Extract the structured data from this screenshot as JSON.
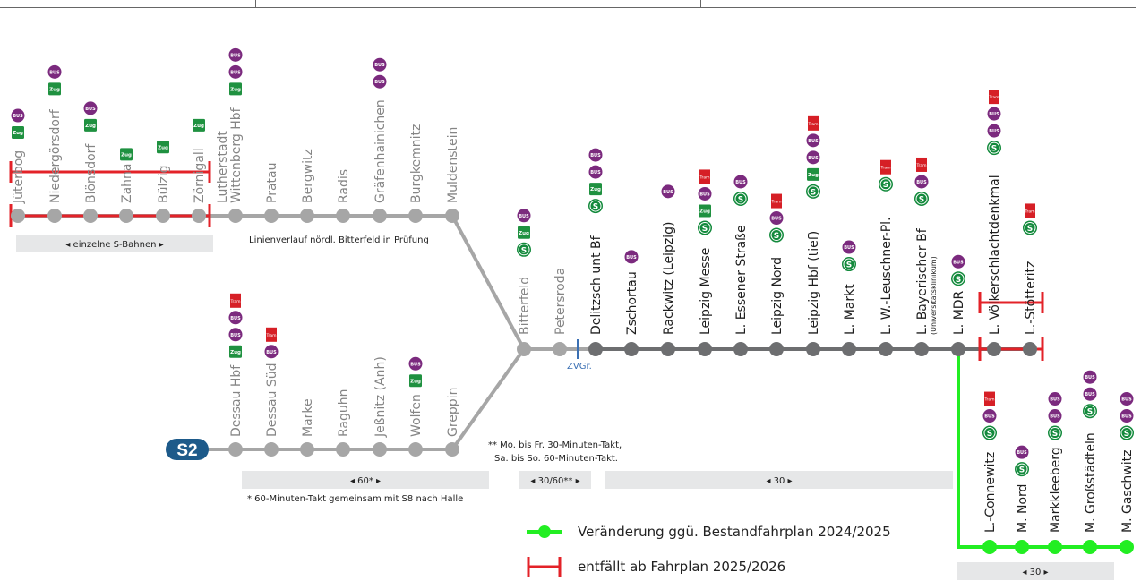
{
  "colors": {
    "line_grey": "#a6a6a6",
    "station_grey": "#a6a6a6",
    "station_dark": "#6d6e70",
    "change_green": "#22ee22",
    "cancel_red": "#e32228",
    "bus_purple": "#7b2a7e",
    "zug_green": "#1f9140",
    "sbahn_green": "#138a3c",
    "tram_red": "#d61f26",
    "label_grey": "#858585",
    "label_dark": "#1e1e1e",
    "bar_grey": "#e6e7e8",
    "s2_blue": "#1d5a8a",
    "zvgr_blue": "#3a6fb3"
  },
  "line_badge": "S2",
  "branches": {
    "north": [
      {
        "name": "Jüterbog",
        "icons": [
          "zug",
          "bus"
        ],
        "cancelled": true
      },
      {
        "name": "Niedergörsdorf",
        "icons": [
          "zug",
          "bus"
        ],
        "cancelled": true
      },
      {
        "name": "Blönsdorf",
        "icons": [
          "zug",
          "bus"
        ],
        "cancelled": true
      },
      {
        "name": "Zahna",
        "icons": [
          "zug"
        ],
        "cancelled": true
      },
      {
        "name": "Bülzig",
        "icons": [
          "zug"
        ],
        "cancelled": true
      },
      {
        "name": "Zörnigall",
        "icons": [
          "zug"
        ],
        "cancelled": true
      },
      {
        "name": "Lutherstadt\nWittenberg Hbf",
        "icons": [
          "zug",
          "bus",
          "bus"
        ],
        "cancelled": false
      },
      {
        "name": "Pratau",
        "icons": [],
        "cancelled": false
      },
      {
        "name": "Bergwitz",
        "icons": [],
        "cancelled": false
      },
      {
        "name": "Radis",
        "icons": [],
        "cancelled": false
      },
      {
        "name": "Gräfenhainichen",
        "icons": [
          "bus",
          "bus"
        ],
        "cancelled": false
      },
      {
        "name": "Burgkemnitz",
        "icons": [],
        "cancelled": false
      },
      {
        "name": "Muldenstein",
        "icons": [],
        "cancelled": false
      }
    ],
    "south": [
      {
        "name": "Dessau Hbf",
        "icons": [
          "zug",
          "bus",
          "bus",
          "tram"
        ]
      },
      {
        "name": "Dessau Süd",
        "icons": [
          "bus",
          "tram"
        ]
      },
      {
        "name": "Marke",
        "icons": []
      },
      {
        "name": "Raguhn",
        "icons": []
      },
      {
        "name": "Jeßnitz (Anh)",
        "icons": []
      },
      {
        "name": "Wolfen",
        "icons": [
          "zug",
          "bus"
        ]
      },
      {
        "name": "Greppin",
        "icons": []
      }
    ],
    "trunk": [
      {
        "name": "Bitterfeld",
        "icons": [
          "sbahn",
          "zug",
          "bus"
        ],
        "dark": false
      },
      {
        "name": "Petersroda",
        "icons": [],
        "dark": false
      },
      {
        "name": "Delitzsch unt Bf",
        "icons": [
          "sbahn",
          "zug",
          "bus",
          "bus"
        ],
        "dark": true
      },
      {
        "name": "Zschortau",
        "icons": [
          "bus"
        ],
        "dark": true
      },
      {
        "name": "Rackwitz (Leipzig)",
        "icons": [
          "bus"
        ],
        "dark": true
      },
      {
        "name": "Leipzig Messe",
        "icons": [
          "sbahn",
          "zug",
          "bus",
          "tram"
        ],
        "dark": true
      },
      {
        "name": "L. Essener Straße",
        "icons": [
          "sbahn",
          "bus"
        ],
        "dark": true
      },
      {
        "name": "Leipzig Nord",
        "icons": [
          "sbahn",
          "bus",
          "tram"
        ],
        "dark": true
      },
      {
        "name": "Leipzig Hbf (tief)",
        "icons": [
          "sbahn",
          "zug",
          "bus",
          "bus",
          "tram"
        ],
        "dark": true
      },
      {
        "name": "L. Markt",
        "icons": [
          "sbahn",
          "bus"
        ],
        "dark": true
      },
      {
        "name": "L. W.-Leuschner-Pl.",
        "icons": [
          "sbahn",
          "tram"
        ],
        "dark": true
      },
      {
        "name": "L. Bayerischer Bf",
        "sub": "(Universitätsklinikum)",
        "icons": [
          "sbahn",
          "bus",
          "tram"
        ],
        "dark": true
      },
      {
        "name": "L. MDR",
        "icons": [
          "sbahn",
          "bus"
        ],
        "dark": true
      },
      {
        "name": "L. Völkerschlachtdenkmal",
        "icons": [
          "sbahn",
          "bus",
          "bus",
          "tram"
        ],
        "dark": true,
        "cancelled": true
      },
      {
        "name": "L.-Stötteritz",
        "icons": [
          "sbahn",
          "tram"
        ],
        "dark": true,
        "cancelled": true
      }
    ],
    "southeast": [
      {
        "name": "L.-Connewitz",
        "icons": [
          "sbahn",
          "bus",
          "tram"
        ]
      },
      {
        "name": "M. Nord",
        "icons": [
          "sbahn",
          "bus"
        ]
      },
      {
        "name": "Markkleeberg",
        "icons": [
          "sbahn",
          "bus",
          "bus"
        ]
      },
      {
        "name": "M. Großstädteln",
        "icons": [
          "sbahn",
          "bus",
          "bus"
        ]
      },
      {
        "name": "M. Gaschwitz",
        "icons": [
          "sbahn",
          "bus",
          "bus"
        ]
      }
    ]
  },
  "icon_text": {
    "bus": "BUS",
    "zug": "Zug",
    "tram": "Tram",
    "sbahn": "S"
  },
  "frequency_bars": {
    "einzelne": "◂ einzelne S-Bahnen ▸",
    "sixty": "◂ 60* ▸",
    "thirty_sixty": "◂ 30/60** ▸",
    "thirty": "◂ 30 ▸",
    "thirty_se": "◂ 30 ▸"
  },
  "notes": {
    "north_review": "Linienverlauf nördl. Bitterfeld in Prüfung",
    "sixty_note": "* 60-Minuten-Takt gemeinsam mit S8 nach Halle",
    "weekday_line1": "** Mo. bis Fr. 30-Minuten-Takt,",
    "weekday_line2": "Sa. bis So. 60-Minuten-Takt.",
    "zvgr": "ZVGr."
  },
  "legend": {
    "change": "Veränderung ggü. Bestandfahrplan 2024/2025",
    "cancel": "entfällt ab Fahrplan 2025/2026"
  }
}
